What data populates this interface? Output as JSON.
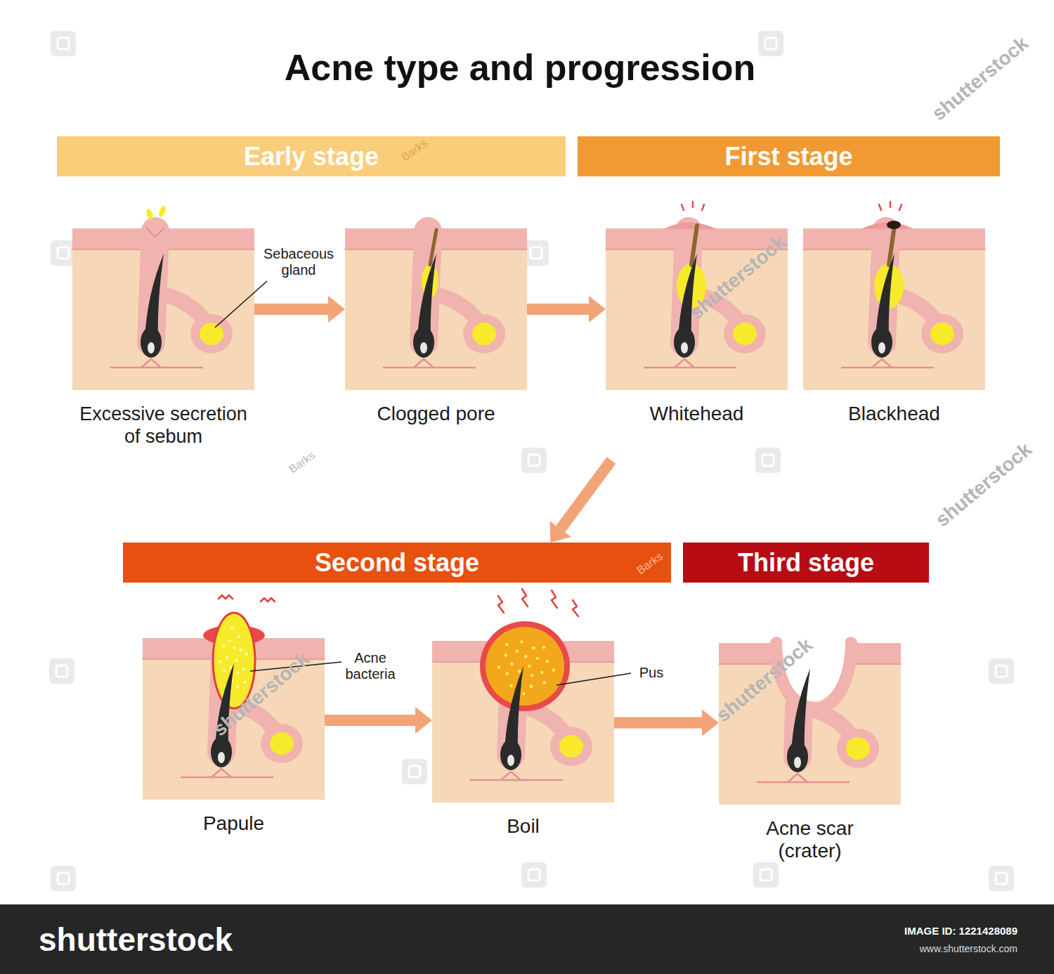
{
  "diagram": {
    "title": "Acne type and progression",
    "nodes": [
      {
        "text": [
          "Early stage"
        ]
      },
      {
        "text": [
          "First stage"
        ]
      },
      {
        "text": [
          "Excessive secretion of sebum"
        ]
      },
      {
        "text": [
          "Clogged pore"
        ]
      },
      {
        "text": [
          "Whitehead"
        ]
      },
      {
        "text": [
          "Blackhead"
        ]
      },
      {
        "text": [
          "Second stage"
        ]
      },
      {
        "text": [
          "Third stage"
        ]
      },
      {
        "text": [
          "Papule"
        ]
      },
      {
        "text": [
          "Boil"
        ]
      },
      {
        "text": [
          "Acne scar (crater)"
        ]
      }
    ],
    "edges": [
      {
        "from": 2,
        "to": 3,
        "arrow": "to"
      },
      {
        "from": 3,
        "to": 4,
        "arrow": "to"
      },
      {
        "from": 4,
        "to": 6,
        "arrow": "to"
      },
      {
        "from": 8,
        "to": 9,
        "arrow": "to"
      },
      {
        "from": 9,
        "to": 10,
        "arrow": "to"
      }
    ],
    "labels": [
      "Sebaceous gland",
      "Acne bacteria",
      "Pus",
      "Barks",
      "Barks",
      "Barks",
      "shutterstock",
      "shutterstock",
      "shutterstock",
      "shutterstock",
      "shutterstock",
      "shutterstock",
      "IMAGE ID: 1221428089",
      "www.shutterstock.com"
    ]
  }
}
